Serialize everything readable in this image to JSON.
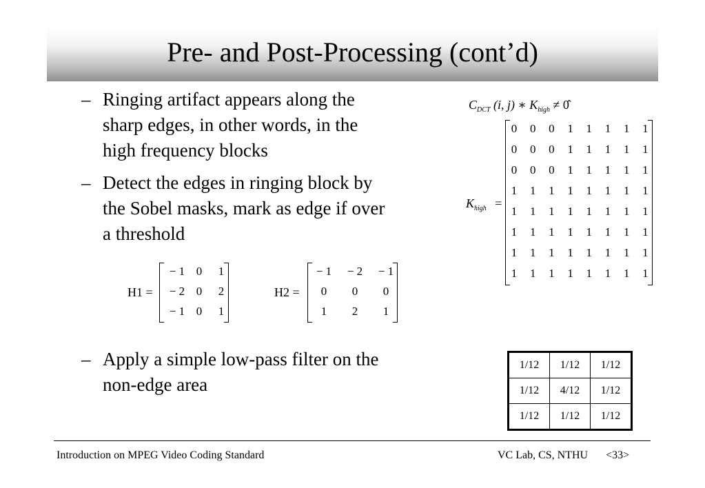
{
  "title": "Pre- and Post-Processing (cont’d)",
  "bullets": [
    {
      "dash": "–",
      "lines": [
        "Ringing artifact appears along the",
        "sharp edges, in other words, in the",
        "high frequency blocks"
      ]
    },
    {
      "dash": "–",
      "lines": [
        "Detect the edges in ringing block by",
        "the Sobel masks, mark as edge if over",
        "a threshold"
      ]
    },
    {
      "dash": "–",
      "lines": [
        "Apply a simple low-pass filter on the",
        "non-edge area"
      ]
    }
  ],
  "condition": {
    "c": "C",
    "c_sub": "DCT",
    "args": "(i, j)",
    "op": "∗",
    "k": "K",
    "k_sub": "high",
    "neq": "≠",
    "zero": "0̂"
  },
  "khigh": {
    "label": "K",
    "label_sub": "high",
    "eq": "=",
    "rows": [
      [
        "0",
        "0",
        "0",
        "1",
        "1",
        "1",
        "1",
        "1"
      ],
      [
        "0",
        "0",
        "0",
        "1",
        "1",
        "1",
        "1",
        "1"
      ],
      [
        "0",
        "0",
        "0",
        "1",
        "1",
        "1",
        "1",
        "1"
      ],
      [
        "1",
        "1",
        "1",
        "1",
        "1",
        "1",
        "1",
        "1"
      ],
      [
        "1",
        "1",
        "1",
        "1",
        "1",
        "1",
        "1",
        "1"
      ],
      [
        "1",
        "1",
        "1",
        "1",
        "1",
        "1",
        "1",
        "1"
      ],
      [
        "1",
        "1",
        "1",
        "1",
        "1",
        "1",
        "1",
        "1"
      ],
      [
        "1",
        "1",
        "1",
        "1",
        "1",
        "1",
        "1",
        "1"
      ]
    ]
  },
  "h1": {
    "label": "H1 =",
    "rows": [
      [
        "− 1",
        "0",
        "1"
      ],
      [
        "− 2",
        "0",
        "2"
      ],
      [
        "− 1",
        "0",
        "1"
      ]
    ]
  },
  "h2": {
    "label": "H2 =",
    "rows": [
      [
        "− 1",
        "− 2",
        "− 1"
      ],
      [
        "0",
        "0",
        "0"
      ],
      [
        "1",
        "2",
        "1"
      ]
    ]
  },
  "lowpass": [
    [
      "1/12",
      "1/12",
      "1/12"
    ],
    [
      "1/12",
      "4/12",
      "1/12"
    ],
    [
      "1/12",
      "1/12",
      "1/12"
    ]
  ],
  "footer": {
    "left": "Introduction on MPEG Video Coding Standard",
    "right": "VC Lab, CS, NTHU",
    "page": "<33>"
  }
}
